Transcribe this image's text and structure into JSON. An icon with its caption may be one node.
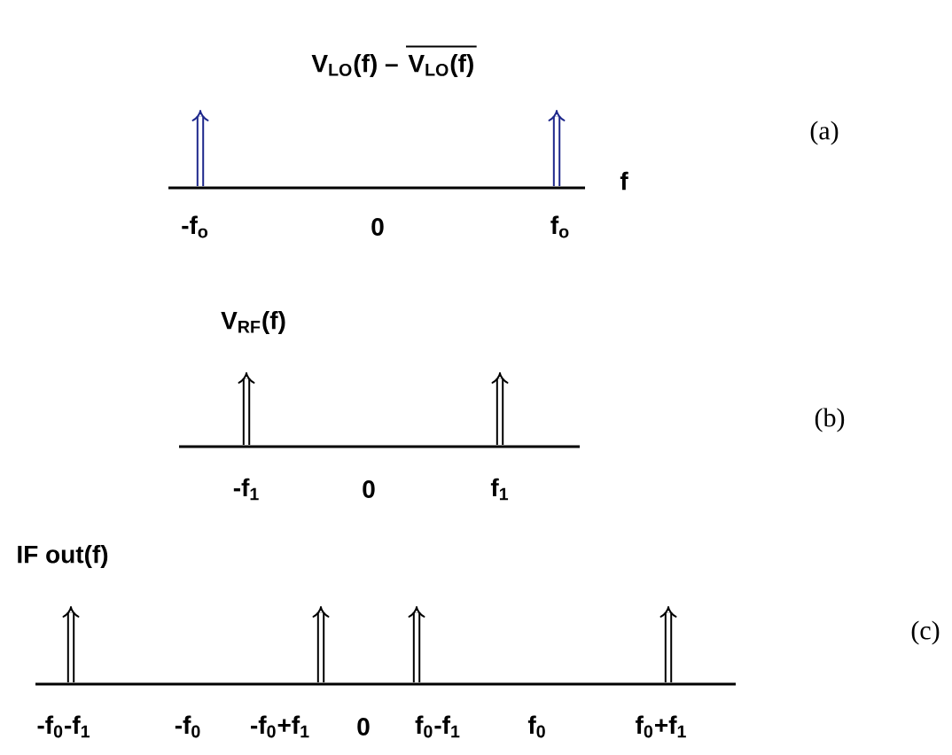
{
  "diagram": {
    "labels": [
      "V$_{LO}$(f) –",
      "V$_{LO}$(f)",
      "(a)",
      "f",
      "-f$_{o}$",
      "0",
      "f$_{o}$",
      "V$_{RF}$(f)",
      "(b)",
      "-f$_{1}$",
      "0",
      "f$_{1}$",
      "IF out(f)",
      "(c)",
      "-f$_{0}$-f$_{1}$",
      "-f$_{0}$",
      "-f$_{0}$+f$_{1}$",
      "0",
      "f$_{0}$-f$_{1}$",
      "f$_{0}$",
      "f$_{0}$+f$_{1}$"
    ]
  }
}
